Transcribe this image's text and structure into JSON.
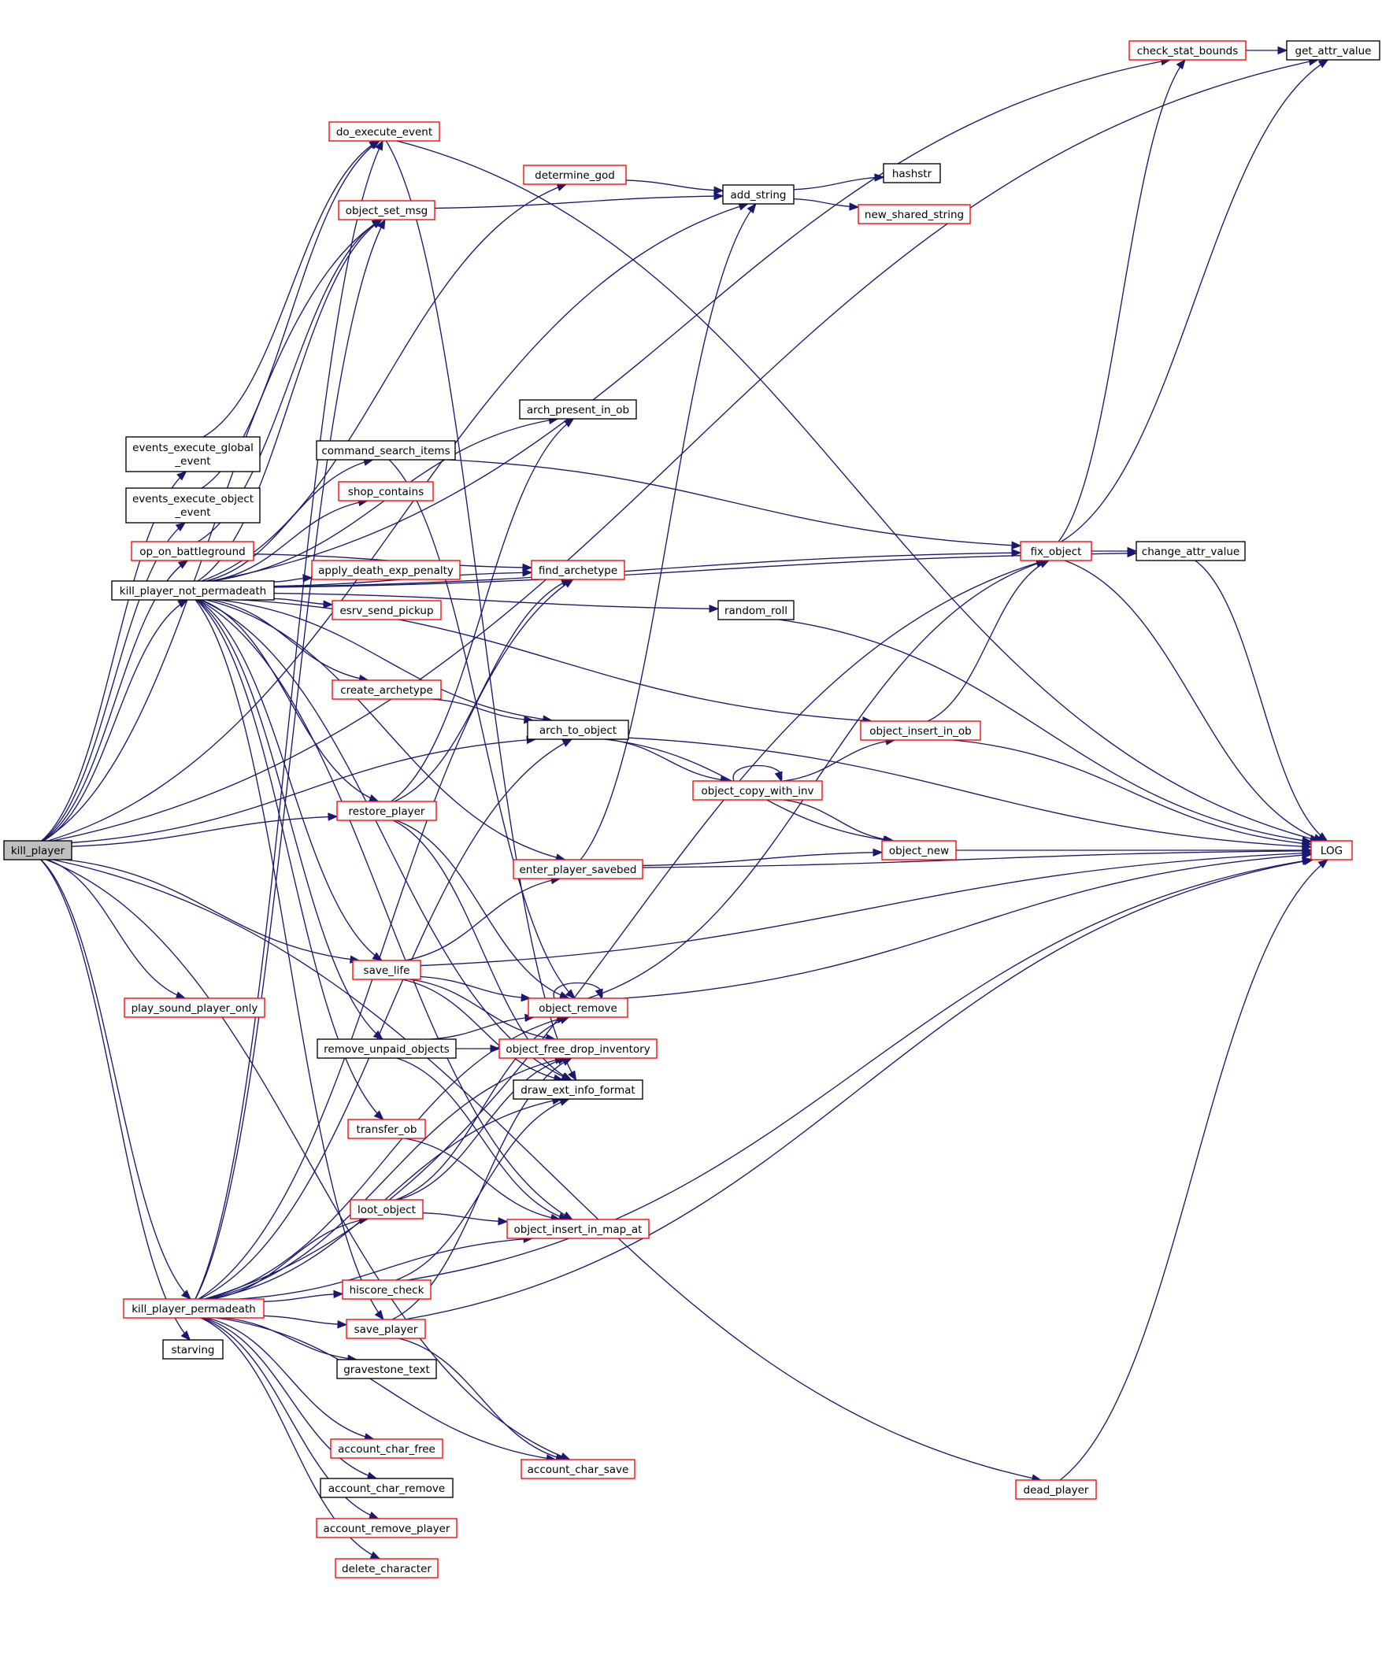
{
  "colors": {
    "edge": "#191970",
    "box_border_default": "#000000",
    "box_border_link": "#ff0000",
    "box_fill": "#ffffff",
    "root_fill": "#bfbfbf"
  },
  "graph": {
    "nodes": [
      {
        "id": "kill_player",
        "label": "kill_player",
        "root": true
      },
      {
        "id": "events_execute_global_event",
        "label": "events_execute_global",
        "label2": "_event"
      },
      {
        "id": "events_execute_object_event",
        "label": "events_execute_object",
        "label2": "_event"
      },
      {
        "id": "op_on_battleground",
        "label": "op_on_battleground",
        "red": true
      },
      {
        "id": "kill_player_not_permadeath",
        "label": "kill_player_not_permadeath"
      },
      {
        "id": "play_sound_player_only",
        "label": "play_sound_player_only",
        "red": true
      },
      {
        "id": "kill_player_permadeath",
        "label": "kill_player_permadeath",
        "red": true
      },
      {
        "id": "starving",
        "label": "starving"
      },
      {
        "id": "do_execute_event",
        "label": "do_execute_event",
        "red": true
      },
      {
        "id": "determine_god",
        "label": "determine_god",
        "red": true
      },
      {
        "id": "object_set_msg",
        "label": "object_set_msg",
        "red": true
      },
      {
        "id": "command_search_items",
        "label": "command_search_items"
      },
      {
        "id": "shop_contains",
        "label": "shop_contains",
        "red": true
      },
      {
        "id": "apply_death_exp_penalty",
        "label": "apply_death_exp_penalty",
        "red": true
      },
      {
        "id": "esrv_send_pickup",
        "label": "esrv_send_pickup",
        "red": true
      },
      {
        "id": "create_archetype",
        "label": "create_archetype",
        "red": true
      },
      {
        "id": "restore_player",
        "label": "restore_player",
        "red": true
      },
      {
        "id": "save_life",
        "label": "save_life",
        "red": true
      },
      {
        "id": "remove_unpaid_objects",
        "label": "remove_unpaid_objects"
      },
      {
        "id": "transfer_ob",
        "label": "transfer_ob",
        "red": true
      },
      {
        "id": "loot_object",
        "label": "loot_object",
        "red": true
      },
      {
        "id": "hiscore_check",
        "label": "hiscore_check",
        "red": true
      },
      {
        "id": "save_player",
        "label": "save_player",
        "red": true
      },
      {
        "id": "gravestone_text",
        "label": "gravestone_text"
      },
      {
        "id": "account_char_free",
        "label": "account_char_free",
        "red": true
      },
      {
        "id": "account_char_remove",
        "label": "account_char_remove"
      },
      {
        "id": "account_remove_player",
        "label": "account_remove_player",
        "red": true
      },
      {
        "id": "delete_character",
        "label": "delete_character",
        "red": true
      },
      {
        "id": "add_string",
        "label": "add_string"
      },
      {
        "id": "arch_present_in_ob",
        "label": "arch_present_in_ob"
      },
      {
        "id": "find_archetype",
        "label": "find_archetype",
        "red": true
      },
      {
        "id": "arch_to_object",
        "label": "arch_to_object"
      },
      {
        "id": "enter_player_savebed",
        "label": "enter_player_savebed",
        "red": true
      },
      {
        "id": "object_remove",
        "label": "object_remove",
        "red": true
      },
      {
        "id": "object_free_drop_inventory",
        "label": "object_free_drop_inventory",
        "red": true
      },
      {
        "id": "draw_ext_info_format",
        "label": "draw_ext_info_format"
      },
      {
        "id": "object_insert_in_map_at",
        "label": "object_insert_in_map_at",
        "red": true
      },
      {
        "id": "account_char_save",
        "label": "account_char_save",
        "red": true
      },
      {
        "id": "random_roll",
        "label": "random_roll"
      },
      {
        "id": "object_copy_with_inv",
        "label": "object_copy_with_inv",
        "red": true
      },
      {
        "id": "hashstr",
        "label": "hashstr"
      },
      {
        "id": "new_shared_string",
        "label": "new_shared_string",
        "red": true
      },
      {
        "id": "check_stat_bounds",
        "label": "check_stat_bounds",
        "red": true
      },
      {
        "id": "fix_object",
        "label": "fix_object",
        "red": true
      },
      {
        "id": "object_insert_in_ob",
        "label": "object_insert_in_ob",
        "red": true
      },
      {
        "id": "object_new",
        "label": "object_new",
        "red": true
      },
      {
        "id": "dead_player",
        "label": "dead_player",
        "red": true
      },
      {
        "id": "get_attr_value",
        "label": "get_attr_value"
      },
      {
        "id": "change_attr_value",
        "label": "change_attr_value"
      },
      {
        "id": "LOG",
        "label": "LOG",
        "red": true
      }
    ],
    "edges": [
      [
        "kill_player",
        "events_execute_global_event"
      ],
      [
        "kill_player",
        "events_execute_object_event"
      ],
      [
        "kill_player",
        "op_on_battleground"
      ],
      [
        "kill_player",
        "kill_player_not_permadeath"
      ],
      [
        "kill_player",
        "play_sound_player_only"
      ],
      [
        "kill_player",
        "kill_player_permadeath"
      ],
      [
        "kill_player",
        "starving"
      ],
      [
        "kill_player",
        "get_attr_value"
      ],
      [
        "kill_player",
        "add_string"
      ],
      [
        "kill_player",
        "object_set_msg"
      ],
      [
        "kill_player",
        "restore_player"
      ],
      [
        "kill_player",
        "arch_to_object"
      ],
      [
        "kill_player",
        "save_life"
      ],
      [
        "kill_player",
        "dead_player"
      ],
      [
        "kill_player",
        "account_char_save"
      ],
      [
        "events_execute_global_event",
        "do_execute_event"
      ],
      [
        "events_execute_object_event",
        "do_execute_event"
      ],
      [
        "op_on_battleground",
        "object_set_msg"
      ],
      [
        "op_on_battleground",
        "find_archetype"
      ],
      [
        "do_execute_event",
        "LOG"
      ],
      [
        "do_execute_event",
        "draw_ext_info_format"
      ],
      [
        "determine_god",
        "add_string"
      ],
      [
        "object_set_msg",
        "add_string"
      ],
      [
        "kill_player_not_permadeath",
        "determine_god"
      ],
      [
        "kill_player_not_permadeath",
        "object_set_msg"
      ],
      [
        "kill_player_not_permadeath",
        "command_search_items"
      ],
      [
        "kill_player_not_permadeath",
        "shop_contains"
      ],
      [
        "kill_player_not_permadeath",
        "apply_death_exp_penalty"
      ],
      [
        "kill_player_not_permadeath",
        "esrv_send_pickup"
      ],
      [
        "kill_player_not_permadeath",
        "create_archetype"
      ],
      [
        "kill_player_not_permadeath",
        "restore_player"
      ],
      [
        "kill_player_not_permadeath",
        "save_life"
      ],
      [
        "kill_player_not_permadeath",
        "remove_unpaid_objects"
      ],
      [
        "kill_player_not_permadeath",
        "transfer_ob"
      ],
      [
        "kill_player_not_permadeath",
        "arch_present_in_ob"
      ],
      [
        "kill_player_not_permadeath",
        "find_archetype"
      ],
      [
        "kill_player_not_permadeath",
        "random_roll"
      ],
      [
        "kill_player_not_permadeath",
        "arch_to_object"
      ],
      [
        "kill_player_not_permadeath",
        "enter_player_savebed"
      ],
      [
        "kill_player_not_permadeath",
        "draw_ext_info_format"
      ],
      [
        "kill_player_not_permadeath",
        "object_insert_in_map_at"
      ],
      [
        "kill_player_not_permadeath",
        "fix_object"
      ],
      [
        "kill_player_not_permadeath",
        "change_attr_value"
      ],
      [
        "kill_player_not_permadeath",
        "object_insert_in_ob"
      ],
      [
        "kill_player_not_permadeath",
        "save_player"
      ],
      [
        "kill_player_not_permadeath",
        "check_stat_bounds"
      ],
      [
        "command_search_items",
        "fix_object"
      ],
      [
        "command_search_items",
        "object_remove"
      ],
      [
        "create_archetype",
        "arch_to_object"
      ],
      [
        "restore_player",
        "arch_present_in_ob"
      ],
      [
        "restore_player",
        "find_archetype"
      ],
      [
        "restore_player",
        "object_remove"
      ],
      [
        "restore_player",
        "draw_ext_info_format"
      ],
      [
        "save_life",
        "enter_player_savebed"
      ],
      [
        "save_life",
        "object_remove"
      ],
      [
        "save_life",
        "object_free_drop_inventory"
      ],
      [
        "save_life",
        "draw_ext_info_format"
      ],
      [
        "save_life",
        "LOG"
      ],
      [
        "remove_unpaid_objects",
        "object_remove"
      ],
      [
        "remove_unpaid_objects",
        "object_free_drop_inventory"
      ],
      [
        "remove_unpaid_objects",
        "object_insert_in_map_at"
      ],
      [
        "transfer_ob",
        "object_insert_in_map_at"
      ],
      [
        "loot_object",
        "object_remove"
      ],
      [
        "loot_object",
        "object_free_drop_inventory"
      ],
      [
        "loot_object",
        "object_insert_in_map_at"
      ],
      [
        "hiscore_check",
        "draw_ext_info_format"
      ],
      [
        "hiscore_check",
        "LOG"
      ],
      [
        "save_player",
        "LOG"
      ],
      [
        "save_player",
        "account_char_save"
      ],
      [
        "save_player",
        "object_free_drop_inventory"
      ],
      [
        "kill_player_permadeath",
        "loot_object"
      ],
      [
        "kill_player_permadeath",
        "hiscore_check"
      ],
      [
        "kill_player_permadeath",
        "save_player"
      ],
      [
        "kill_player_permadeath",
        "gravestone_text"
      ],
      [
        "kill_player_permadeath",
        "account_char_free"
      ],
      [
        "kill_player_permadeath",
        "account_char_remove"
      ],
      [
        "kill_player_permadeath",
        "account_remove_player"
      ],
      [
        "kill_player_permadeath",
        "delete_character"
      ],
      [
        "kill_player_permadeath",
        "object_set_msg"
      ],
      [
        "kill_player_permadeath",
        "find_archetype"
      ],
      [
        "kill_player_permadeath",
        "arch_to_object"
      ],
      [
        "kill_player_permadeath",
        "fix_object"
      ],
      [
        "kill_player_permadeath",
        "object_remove"
      ],
      [
        "kill_player_permadeath",
        "object_free_drop_inventory"
      ],
      [
        "kill_player_permadeath",
        "draw_ext_info_format"
      ],
      [
        "kill_player_permadeath",
        "object_insert_in_map_at"
      ],
      [
        "kill_player_permadeath",
        "account_char_save"
      ],
      [
        "kill_player_permadeath",
        "do_execute_event"
      ],
      [
        "add_string",
        "hashstr"
      ],
      [
        "add_string",
        "new_shared_string"
      ],
      [
        "arch_to_object",
        "object_copy_with_inv"
      ],
      [
        "arch_to_object",
        "object_new"
      ],
      [
        "arch_to_object",
        "LOG"
      ],
      [
        "enter_player_savebed",
        "add_string"
      ],
      [
        "enter_player_savebed",
        "object_new"
      ],
      [
        "enter_player_savebed",
        "LOG"
      ],
      [
        "object_remove",
        "object_remove"
      ],
      [
        "object_remove",
        "fix_object"
      ],
      [
        "object_remove",
        "LOG"
      ],
      [
        "random_roll",
        "LOG"
      ],
      [
        "object_copy_with_inv",
        "object_copy_with_inv"
      ],
      [
        "object_copy_with_inv",
        "object_insert_in_ob"
      ],
      [
        "object_copy_with_inv",
        "object_new"
      ],
      [
        "object_insert_in_ob",
        "fix_object"
      ],
      [
        "object_insert_in_ob",
        "LOG"
      ],
      [
        "object_new",
        "LOG"
      ],
      [
        "check_stat_bounds",
        "get_attr_value"
      ],
      [
        "fix_object",
        "check_stat_bounds"
      ],
      [
        "fix_object",
        "get_attr_value"
      ],
      [
        "fix_object",
        "change_attr_value"
      ],
      [
        "fix_object",
        "LOG"
      ],
      [
        "change_attr_value",
        "LOG"
      ],
      [
        "dead_player",
        "LOG"
      ]
    ]
  }
}
